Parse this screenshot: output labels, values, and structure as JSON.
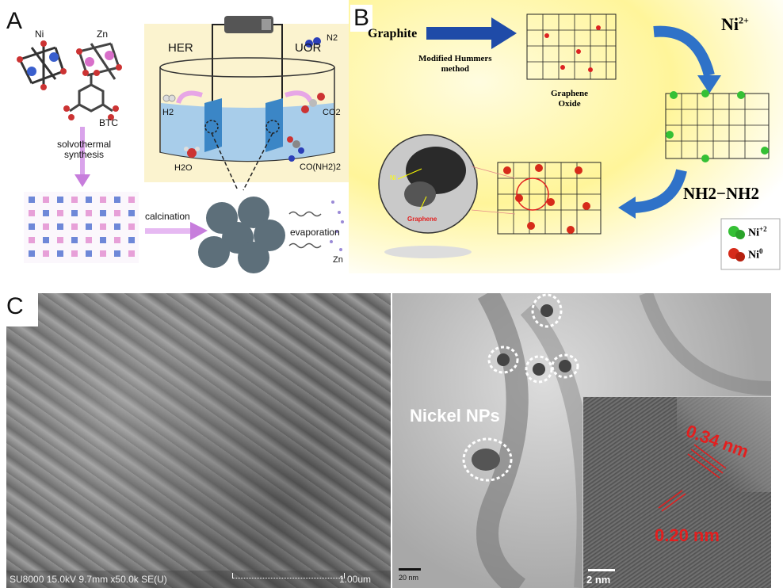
{
  "panelA": {
    "letter": "A",
    "ni": "Ni",
    "zn": "Zn",
    "btc": "BTC",
    "synthesis": "solvothermal\nsynthesis",
    "her": "HER",
    "uor": "UOR",
    "h2": "H2",
    "h2o": "H2O",
    "n2": "N2",
    "co2": "CO2",
    "urea": "CO(NH2)2",
    "calcination": "calcination",
    "evaporation": "evaporation",
    "zn_out": "Zn"
  },
  "panelB": {
    "letter": "B",
    "graphite": "Graphite",
    "method": "Modified Hummers\nmethod",
    "go": "Graphene\nOxide",
    "ni2": "Ni",
    "ni2_sup": "2+",
    "hydrazine": "NH2−NH2",
    "legend_ni2": "Ni",
    "legend_ni2_sup": "+2",
    "legend_ni0": "Ni",
    "legend_ni0_sup": "0",
    "tem_ni": "Ni",
    "tem_graphene": "Graphene"
  },
  "panelC": {
    "letter": "C",
    "sem_info": "SU8000 15.0kV 9.7mm x50.0k SE(U)",
    "sem_scale": "1.00um",
    "nickel_nps": "Nickel NPs",
    "tem_scale": "20 nm",
    "hr_scale": "2 nm",
    "d1": "0.34 nm",
    "d2": "0.20 nm"
  },
  "colors": {
    "red_label": "#e41e1e",
    "arrow_blue": "#1f4ba8",
    "purple": "#c77ddc"
  }
}
